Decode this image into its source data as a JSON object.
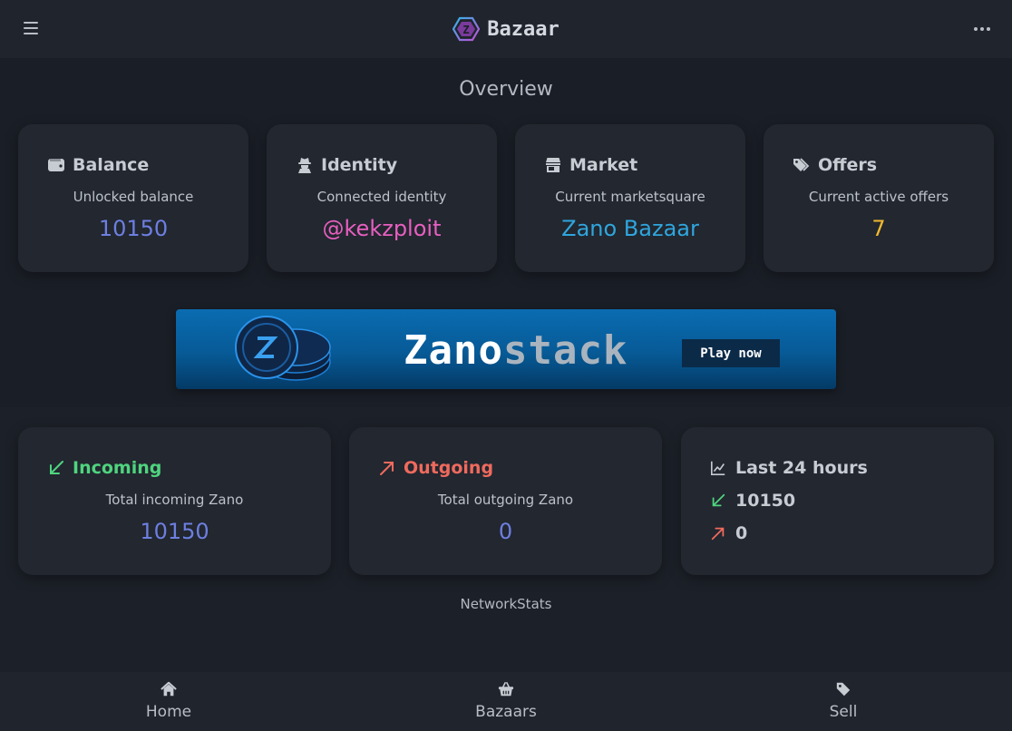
{
  "header": {
    "brand_name": "Bazaar",
    "menu_icon": "hamburger-icon",
    "more_icon": "ellipsis-icon"
  },
  "overview": {
    "title": "Overview",
    "cards": [
      {
        "title": "Balance",
        "icon": "wallet-icon",
        "subtitle": "Unlocked balance",
        "value": "10150",
        "value_color": "#6d7fe0"
      },
      {
        "title": "Identity",
        "icon": "user-secret-icon",
        "subtitle": "Connected identity",
        "value": "@kekzploit",
        "value_color": "#e85fbf"
      },
      {
        "title": "Market",
        "icon": "store-icon",
        "subtitle": "Current marketsquare",
        "value": "Zano Bazaar",
        "value_color": "#2fa6dd"
      },
      {
        "title": "Offers",
        "icon": "tags-icon",
        "subtitle": "Current active offers",
        "value": "7",
        "value_color": "#f2b92f"
      }
    ]
  },
  "banner": {
    "title_part1": "Zano",
    "title_part2": "stack",
    "button_label": "Play now"
  },
  "flows": {
    "incoming": {
      "title": "Incoming",
      "subtitle": "Total incoming Zano",
      "value": "10150",
      "title_color": "#4fd47e",
      "value_color": "#6d7fe0"
    },
    "outgoing": {
      "title": "Outgoing",
      "subtitle": "Total outgoing Zano",
      "value": "0",
      "title_color": "#f06a5d",
      "value_color": "#6d7fe0"
    }
  },
  "last24": {
    "title": "Last 24 hours",
    "incoming": "10150",
    "outgoing": "0"
  },
  "network_stats": "NetworkStats",
  "bottom_nav": [
    {
      "label": "Home",
      "icon": "home-icon"
    },
    {
      "label": "Bazaars",
      "icon": "basket-icon"
    },
    {
      "label": "Sell",
      "icon": "tag-icon"
    }
  ]
}
